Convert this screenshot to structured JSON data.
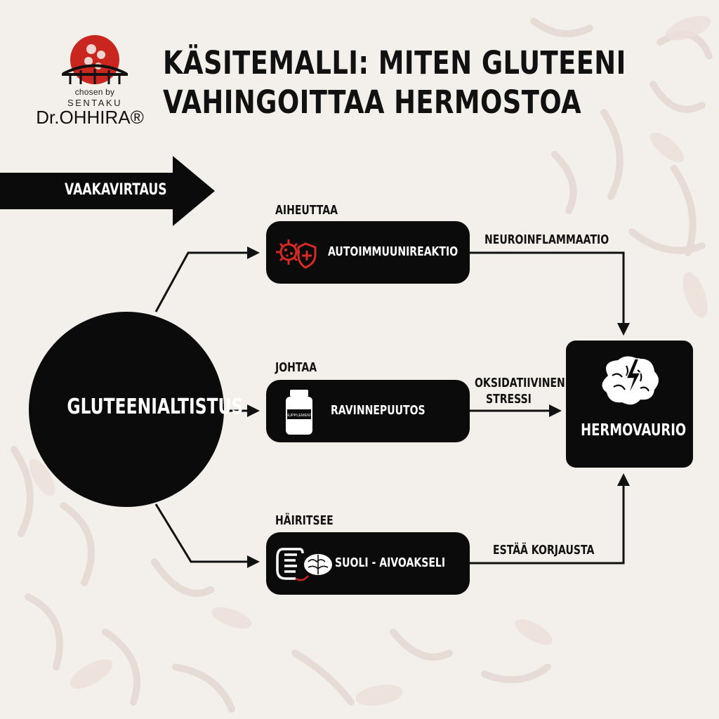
{
  "logo": {
    "line1": "chosen by",
    "line2": "SENTAKU",
    "brand": "Dr.OHHIRA®",
    "accent_color": "#c8261e"
  },
  "title": {
    "line1": "KÄSITEMALLI: MITEN GLUTEENI",
    "line2": "VAHINGOITTAA HERMOSTOA"
  },
  "banner": {
    "label": "VAAKAVIRTAUS"
  },
  "center_node": {
    "label": "GLUTEENIALTISTUS"
  },
  "branches": [
    {
      "verb": "AIHEUTTAA",
      "box_label": "AUTOIMMUUNIREAKTIO",
      "icon": "virus-shield-icon",
      "edge_label": "NEUROINFLAMMAATIO"
    },
    {
      "verb": "JOHTAA",
      "box_label": "RAVINNEPUUTOS",
      "icon": "supplement-bottle-icon",
      "bottle_text": "SUPPLEMENT",
      "edge_label_line1": "OKSIDATIIVINEN",
      "edge_label_line2": "STRESSI"
    },
    {
      "verb": "HÄIRITSEE",
      "box_label": "SUOLI - AIVOAKSELI",
      "icon": "gut-brain-icon",
      "edge_label": "ESTÄÄ KORJAUSTA"
    }
  ],
  "outcome_node": {
    "label": "HERMOVAURIO",
    "icon": "brain-lightning-icon"
  }
}
